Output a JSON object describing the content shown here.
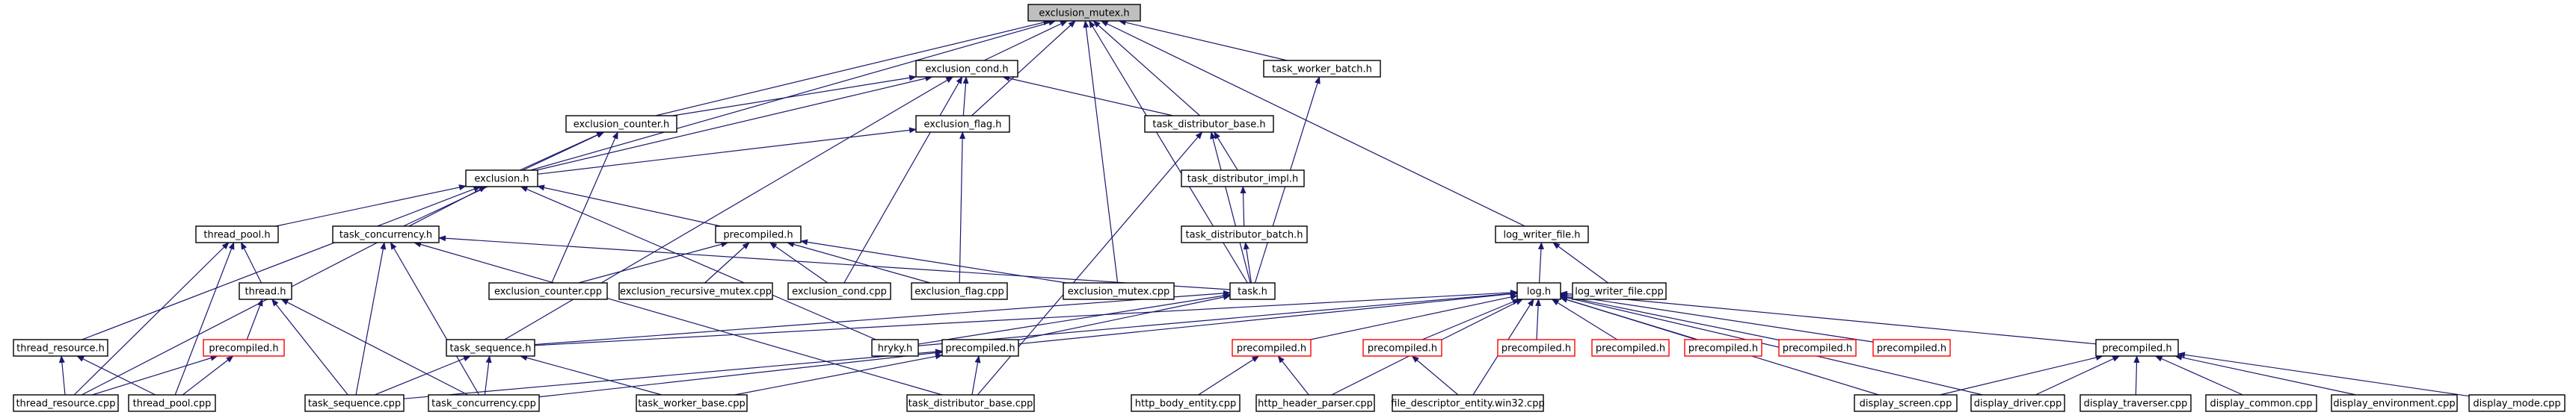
{
  "diagram": {
    "colors": {
      "edge": "#191970",
      "box_border": "#000000",
      "box_fill": "#ffffff",
      "root_fill": "#bfbfbf",
      "truncated_border": "#ff0000"
    },
    "nodes": [
      {
        "id": "n_exclusion_mutex_h",
        "label": "exclusion_mutex.h",
        "root": true
      },
      {
        "id": "n_exclusion_cond_h",
        "label": "exclusion_cond.h"
      },
      {
        "id": "n_task_worker_batch_h",
        "label": "task_worker_batch.h"
      },
      {
        "id": "n_exclusion_counter_h",
        "label": "exclusion_counter.h"
      },
      {
        "id": "n_exclusion_flag_h",
        "label": "exclusion_flag.h"
      },
      {
        "id": "n_task_distributor_base_h",
        "label": "task_distributor_base.h"
      },
      {
        "id": "n_exclusion_h",
        "label": "exclusion.h"
      },
      {
        "id": "n_task_distributor_impl_h",
        "label": "task_distributor_impl.h"
      },
      {
        "id": "n_task_distributor_batch_h",
        "label": "task_distributor_batch.h"
      },
      {
        "id": "n_log_writer_file_h",
        "label": "log_writer_file.h"
      },
      {
        "id": "n_thread_pool_h",
        "label": "thread_pool.h"
      },
      {
        "id": "n_task_concurrency_h",
        "label": "task_concurrency.h"
      },
      {
        "id": "n_precompiled_h_1",
        "label": "precompiled.h"
      },
      {
        "id": "n_thread_h",
        "label": "thread.h"
      },
      {
        "id": "n_exclusion_counter_cpp",
        "label": "exclusion_counter.cpp"
      },
      {
        "id": "n_exclusion_recursive_mutex_cpp",
        "label": "exclusion_recursive_mutex.cpp"
      },
      {
        "id": "n_exclusion_cond_cpp",
        "label": "exclusion_cond.cpp"
      },
      {
        "id": "n_exclusion_flag_cpp",
        "label": "exclusion_flag.cpp"
      },
      {
        "id": "n_exclusion_mutex_cpp",
        "label": "exclusion_mutex.cpp"
      },
      {
        "id": "n_task_h",
        "label": "task.h"
      },
      {
        "id": "n_log_h",
        "label": "log.h"
      },
      {
        "id": "n_log_writer_file_cpp",
        "label": "log_writer_file.cpp"
      },
      {
        "id": "n_thread_resource_h",
        "label": "thread_resource.h"
      },
      {
        "id": "n_precompiled_h_red1",
        "label": "precompiled.h",
        "truncated": true
      },
      {
        "id": "n_task_sequence_h",
        "label": "task_sequence.h"
      },
      {
        "id": "n_hryky_h",
        "label": "hryky.h"
      },
      {
        "id": "n_precompiled_h_2",
        "label": "precompiled.h"
      },
      {
        "id": "n_precompiled_h_red2",
        "label": "precompiled.h",
        "truncated": true
      },
      {
        "id": "n_precompiled_h_red3",
        "label": "precompiled.h",
        "truncated": true
      },
      {
        "id": "n_precompiled_h_red4",
        "label": "precompiled.h",
        "truncated": true
      },
      {
        "id": "n_precompiled_h_red5",
        "label": "precompiled.h",
        "truncated": true
      },
      {
        "id": "n_precompiled_h_red6",
        "label": "precompiled.h",
        "truncated": true
      },
      {
        "id": "n_precompiled_h_red7",
        "label": "precompiled.h",
        "truncated": true
      },
      {
        "id": "n_precompiled_h_red8",
        "label": "precompiled.h",
        "truncated": true
      },
      {
        "id": "n_precompiled_h_3",
        "label": "precompiled.h"
      },
      {
        "id": "n_thread_resource_cpp",
        "label": "thread_resource.cpp"
      },
      {
        "id": "n_thread_pool_cpp",
        "label": "thread_pool.cpp"
      },
      {
        "id": "n_task_sequence_cpp",
        "label": "task_sequence.cpp"
      },
      {
        "id": "n_task_concurrency_cpp",
        "label": "task_concurrency.cpp"
      },
      {
        "id": "n_task_worker_base_cpp",
        "label": "task_worker_base.cpp"
      },
      {
        "id": "n_task_distributor_base_cpp",
        "label": "task_distributor_base.cpp"
      },
      {
        "id": "n_http_body_entity_cpp",
        "label": "http_body_entity.cpp"
      },
      {
        "id": "n_http_header_parser_cpp",
        "label": "http_header_parser.cpp"
      },
      {
        "id": "n_file_descriptor_entity_win32_cpp",
        "label": "file_descriptor_entity.win32.cpp"
      },
      {
        "id": "n_display_screen_cpp",
        "label": "display_screen.cpp"
      },
      {
        "id": "n_display_driver_cpp",
        "label": "display_driver.cpp"
      },
      {
        "id": "n_display_traverser_cpp",
        "label": "display_traverser.cpp"
      },
      {
        "id": "n_display_common_cpp",
        "label": "display_common.cpp"
      },
      {
        "id": "n_display_environment_cpp",
        "label": "display_environment.cpp"
      },
      {
        "id": "n_display_mode_cpp",
        "label": "display_mode.cpp"
      }
    ],
    "edges": [
      [
        "n_exclusion_cond_h",
        "n_exclusion_mutex_h"
      ],
      [
        "n_task_worker_batch_h",
        "n_exclusion_mutex_h"
      ],
      [
        "n_exclusion_counter_h",
        "n_exclusion_mutex_h"
      ],
      [
        "n_exclusion_flag_h",
        "n_exclusion_mutex_h"
      ],
      [
        "n_task_distributor_base_h",
        "n_exclusion_mutex_h"
      ],
      [
        "n_exclusion_h",
        "n_exclusion_mutex_h"
      ],
      [
        "n_log_writer_file_h",
        "n_exclusion_mutex_h"
      ],
      [
        "n_exclusion_mutex_cpp",
        "n_exclusion_mutex_h"
      ],
      [
        "n_task_h",
        "n_exclusion_mutex_h"
      ],
      [
        "n_exclusion_counter_h",
        "n_exclusion_cond_h"
      ],
      [
        "n_exclusion_flag_h",
        "n_exclusion_cond_h"
      ],
      [
        "n_task_distributor_base_h",
        "n_exclusion_cond_h"
      ],
      [
        "n_exclusion_h",
        "n_exclusion_cond_h"
      ],
      [
        "n_exclusion_cond_cpp",
        "n_exclusion_cond_h"
      ],
      [
        "n_task_sequence_h",
        "n_exclusion_cond_h"
      ],
      [
        "n_exclusion_h",
        "n_exclusion_counter_h"
      ],
      [
        "n_task_concurrency_h",
        "n_exclusion_counter_h"
      ],
      [
        "n_exclusion_counter_cpp",
        "n_exclusion_counter_h"
      ],
      [
        "n_exclusion_h",
        "n_exclusion_flag_h"
      ],
      [
        "n_exclusion_flag_cpp",
        "n_exclusion_flag_h"
      ],
      [
        "n_task_distributor_impl_h",
        "n_task_distributor_base_h"
      ],
      [
        "n_task_h",
        "n_task_distributor_base_h"
      ],
      [
        "n_task_distributor_base_cpp",
        "n_task_distributor_base_h"
      ],
      [
        "n_task_distributor_batch_h",
        "n_task_distributor_impl_h"
      ],
      [
        "n_task_h",
        "n_task_distributor_batch_h"
      ],
      [
        "n_task_h",
        "n_task_worker_batch_h"
      ],
      [
        "n_thread_pool_h",
        "n_exclusion_h"
      ],
      [
        "n_precompiled_h_1",
        "n_exclusion_h"
      ],
      [
        "n_thread_resource_h",
        "n_exclusion_h"
      ],
      [
        "n_thread_resource_cpp",
        "n_exclusion_h"
      ],
      [
        "n_hryky_h",
        "n_exclusion_h"
      ],
      [
        "n_log_writer_file_cpp",
        "n_log_writer_file_h"
      ],
      [
        "n_log_h",
        "n_log_writer_file_h"
      ],
      [
        "n_thread_h",
        "n_thread_pool_h"
      ],
      [
        "n_thread_pool_cpp",
        "n_thread_pool_h"
      ],
      [
        "n_thread_resource_cpp",
        "n_thread_pool_h"
      ],
      [
        "n_task_h",
        "n_task_concurrency_h"
      ],
      [
        "n_task_sequence_cpp",
        "n_task_concurrency_h"
      ],
      [
        "n_task_concurrency_cpp",
        "n_task_concurrency_h"
      ],
      [
        "n_task_distributor_base_cpp",
        "n_task_concurrency_h"
      ],
      [
        "n_exclusion_counter_cpp",
        "n_precompiled_h_1"
      ],
      [
        "n_exclusion_recursive_mutex_cpp",
        "n_precompiled_h_1"
      ],
      [
        "n_exclusion_cond_cpp",
        "n_precompiled_h_1"
      ],
      [
        "n_exclusion_flag_cpp",
        "n_precompiled_h_1"
      ],
      [
        "n_exclusion_mutex_cpp",
        "n_precompiled_h_1"
      ],
      [
        "n_precompiled_h_red1",
        "n_thread_h"
      ],
      [
        "n_task_sequence_cpp",
        "n_thread_h"
      ],
      [
        "n_task_concurrency_cpp",
        "n_thread_h"
      ],
      [
        "n_thread_resource_cpp",
        "n_thread_resource_h"
      ],
      [
        "n_thread_pool_cpp",
        "n_thread_resource_h"
      ],
      [
        "n_thread_resource_cpp",
        "n_precompiled_h_red1"
      ],
      [
        "n_thread_pool_cpp",
        "n_precompiled_h_red1"
      ],
      [
        "n_task_sequence_h",
        "n_task_h"
      ],
      [
        "n_hryky_h",
        "n_task_h"
      ],
      [
        "n_precompiled_h_2",
        "n_task_h"
      ],
      [
        "n_task_sequence_cpp",
        "n_task_sequence_h"
      ],
      [
        "n_task_concurrency_cpp",
        "n_task_sequence_h"
      ],
      [
        "n_task_worker_base_cpp",
        "n_task_sequence_h"
      ],
      [
        "n_task_sequence_cpp",
        "n_precompiled_h_2"
      ],
      [
        "n_task_concurrency_cpp",
        "n_precompiled_h_2"
      ],
      [
        "n_task_worker_base_cpp",
        "n_precompiled_h_2"
      ],
      [
        "n_task_distributor_base_cpp",
        "n_precompiled_h_2"
      ],
      [
        "n_task_sequence_h",
        "n_log_h"
      ],
      [
        "n_hryky_h",
        "n_log_h"
      ],
      [
        "n_precompiled_h_2",
        "n_log_h"
      ],
      [
        "n_precompiled_h_red2",
        "n_log_h"
      ],
      [
        "n_precompiled_h_red3",
        "n_log_h"
      ],
      [
        "n_precompiled_h_red4",
        "n_log_h"
      ],
      [
        "n_precompiled_h_red5",
        "n_log_h"
      ],
      [
        "n_precompiled_h_red6",
        "n_log_h"
      ],
      [
        "n_precompiled_h_red7",
        "n_log_h"
      ],
      [
        "n_precompiled_h_red8",
        "n_log_h"
      ],
      [
        "n_precompiled_h_3",
        "n_log_h"
      ],
      [
        "n_http_header_parser_cpp",
        "n_log_h"
      ],
      [
        "n_file_descriptor_entity_win32_cpp",
        "n_log_h"
      ],
      [
        "n_display_screen_cpp",
        "n_log_h"
      ],
      [
        "n_display_driver_cpp",
        "n_log_h"
      ],
      [
        "n_http_body_entity_cpp",
        "n_precompiled_h_red2"
      ],
      [
        "n_http_header_parser_cpp",
        "n_precompiled_h_red2"
      ],
      [
        "n_file_descriptor_entity_win32_cpp",
        "n_precompiled_h_red3"
      ],
      [
        "n_display_screen_cpp",
        "n_precompiled_h_3"
      ],
      [
        "n_display_driver_cpp",
        "n_precompiled_h_3"
      ],
      [
        "n_display_traverser_cpp",
        "n_precompiled_h_3"
      ],
      [
        "n_display_common_cpp",
        "n_precompiled_h_3"
      ],
      [
        "n_display_environment_cpp",
        "n_precompiled_h_3"
      ],
      [
        "n_display_mode_cpp",
        "n_precompiled_h_3"
      ]
    ]
  }
}
